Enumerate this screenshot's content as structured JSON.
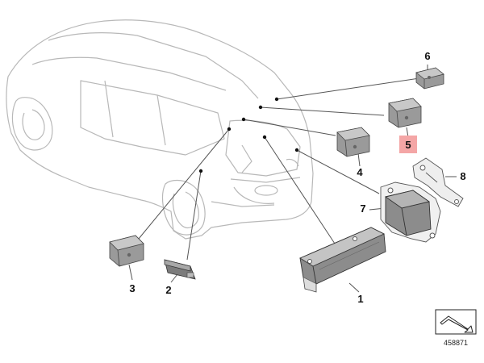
{
  "diagram": {
    "parts": [
      {
        "label": "1"
      },
      {
        "label": "2"
      },
      {
        "label": "3"
      },
      {
        "label": "4"
      },
      {
        "label": "5",
        "highlighted": true
      },
      {
        "label": "6"
      },
      {
        "label": "7"
      },
      {
        "label": "8"
      }
    ],
    "diagram_number": "458871",
    "colors": {
      "line": "#555555",
      "car_outline": "#b8b8b8",
      "part_dark": "#8c8c8c",
      "part_light": "#d8d8d8",
      "highlight": "#f4a6a6"
    },
    "icons": [
      "car-outline-icon",
      "direction-arrow-icon"
    ]
  }
}
